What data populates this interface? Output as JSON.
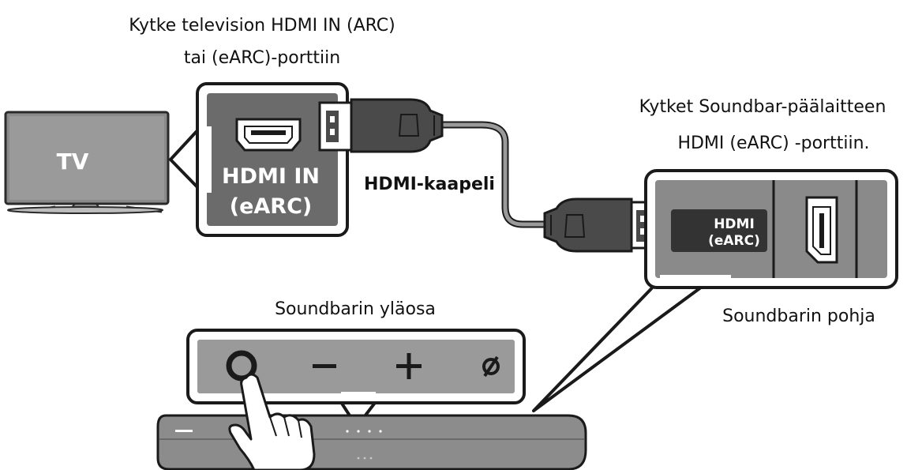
{
  "tv": {
    "label": "TV",
    "connect_instruction_line1": "Kytke television HDMI IN (ARC)",
    "connect_instruction_line2": "tai (eARC)-porttiin",
    "port_label_line1": "HDMI IN",
    "port_label_line2": "(eARC)"
  },
  "cable": {
    "label": "HDMI-kaapeli"
  },
  "soundbar": {
    "connect_instruction_line1": "Kytket Soundbar-päälaitteen",
    "connect_instruction_line2": "HDMI (eARC) -porttiin.",
    "port_label_line1": "HDMI",
    "port_label_line2": "(eARC)",
    "bottom_label": "Soundbarin pohja",
    "top_label": "Soundbarin yläosa",
    "buttons": [
      {
        "name": "power",
        "symbol": "○"
      },
      {
        "name": "volume-down",
        "symbol": "−"
      },
      {
        "name": "volume-up",
        "symbol": "+"
      },
      {
        "name": "source",
        "symbol": "ø"
      }
    ]
  },
  "colors": {
    "tv_port_panel": "#6b6b6b",
    "soundbar_port_panel": "#8a8a8a",
    "soundbar_top_panel": "#9a9a9a",
    "cable_plug": "#4a4a4a",
    "cable_wire": "#9a9a9a",
    "soundbar_body": "#8c8c8c"
  }
}
